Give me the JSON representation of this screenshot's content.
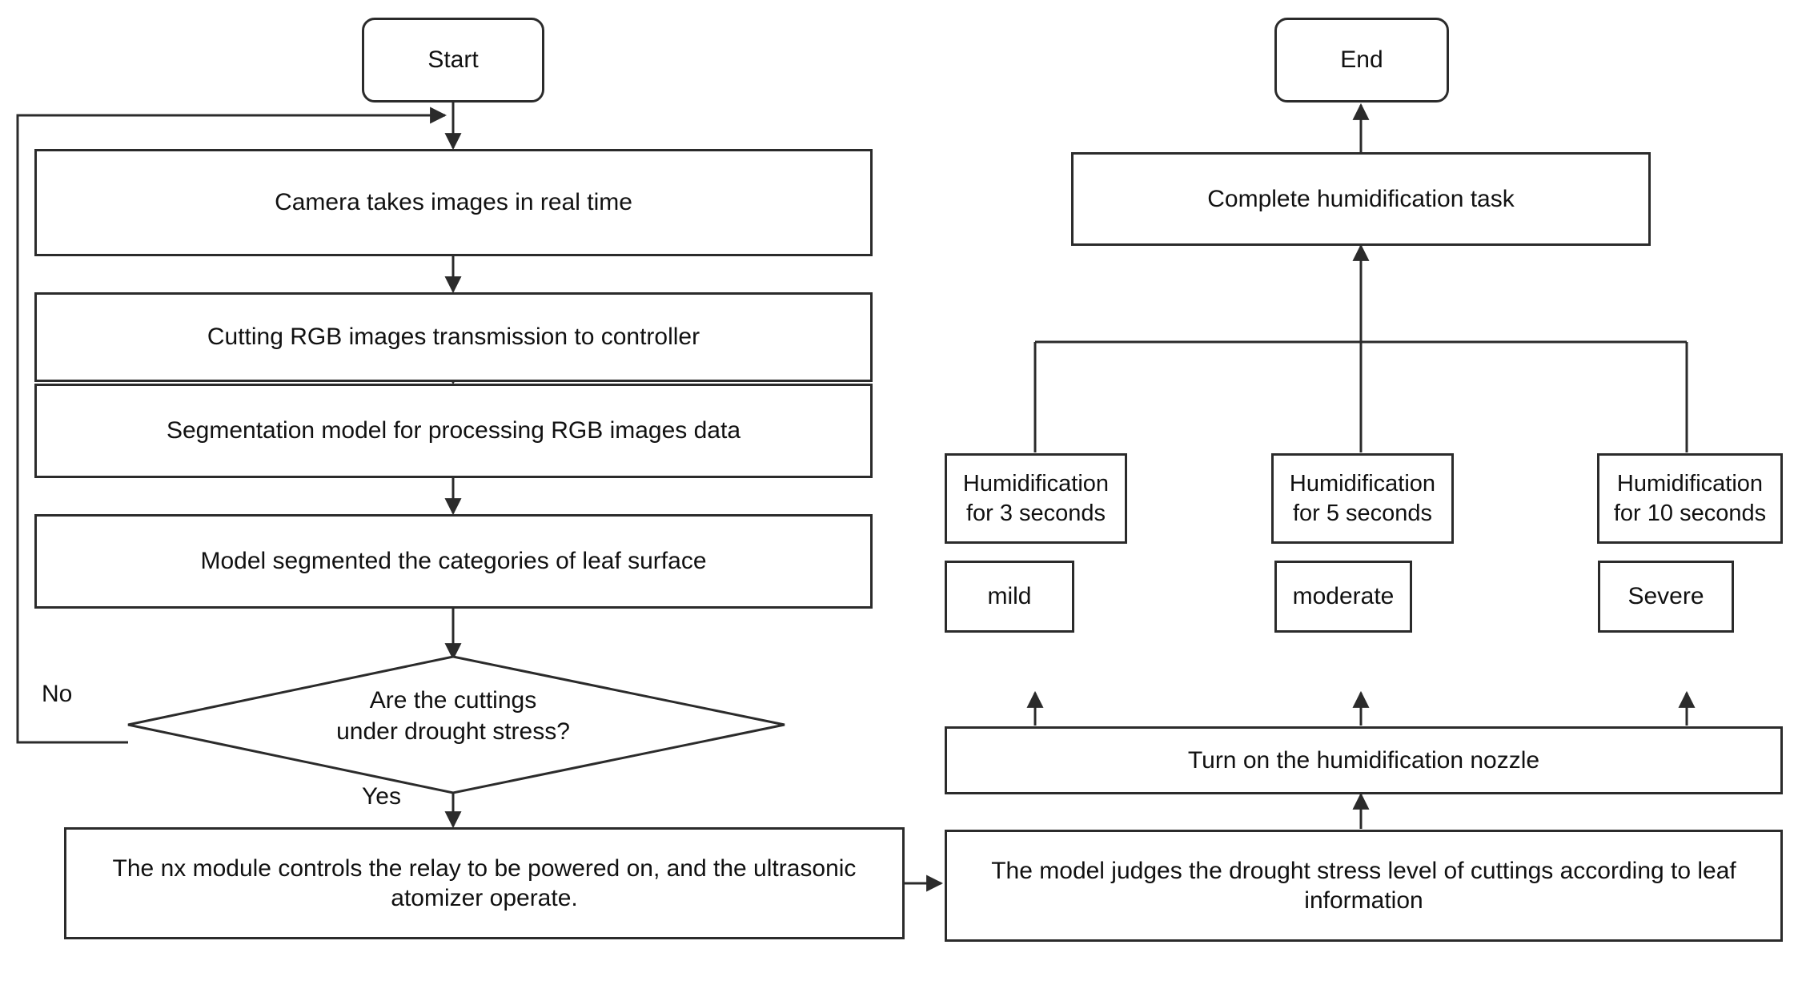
{
  "diagram": {
    "title": "Drought stress humidification control flowchart",
    "stroke_color": "#2b2b2b",
    "background_color": "#ffffff",
    "text_color": "#111111"
  },
  "nodes": {
    "start": {
      "label": "Start",
      "shape": "terminator"
    },
    "camera": {
      "label": "Camera takes images in real time",
      "shape": "process"
    },
    "transmission": {
      "label": "Cutting RGB images transmission to controller",
      "shape": "process"
    },
    "segmentation": {
      "label": "Segmentation model for processing RGB images data",
      "shape": "process"
    },
    "categories": {
      "label": "Model segmented the categories of leaf surface",
      "shape": "process"
    },
    "decision": {
      "label": "Are the cuttings\nunder drought stress?",
      "shape": "decision"
    },
    "relay": {
      "label": "The nx module controls the relay to be powered on, and the ultrasonic atomizer operate.",
      "shape": "process"
    },
    "judge": {
      "label": "The model judges the drought stress level of cuttings according to leaf information",
      "shape": "process"
    },
    "nozzle": {
      "label": "Turn on the humidification nozzle",
      "shape": "process"
    },
    "mild": {
      "label": "mild",
      "shape": "process"
    },
    "moderate": {
      "label": "moderate",
      "shape": "process"
    },
    "severe": {
      "label": "Severe",
      "shape": "process"
    },
    "hum3": {
      "label": "Humidification for 3 seconds",
      "shape": "process"
    },
    "hum5": {
      "label": "Humidification for 5 seconds",
      "shape": "process"
    },
    "hum10": {
      "label": "Humidification for 10 seconds",
      "shape": "process"
    },
    "complete": {
      "label": "Complete humidification task",
      "shape": "process"
    },
    "end": {
      "label": "End",
      "shape": "terminator"
    }
  },
  "edge_labels": {
    "no": "No",
    "yes": "Yes"
  }
}
